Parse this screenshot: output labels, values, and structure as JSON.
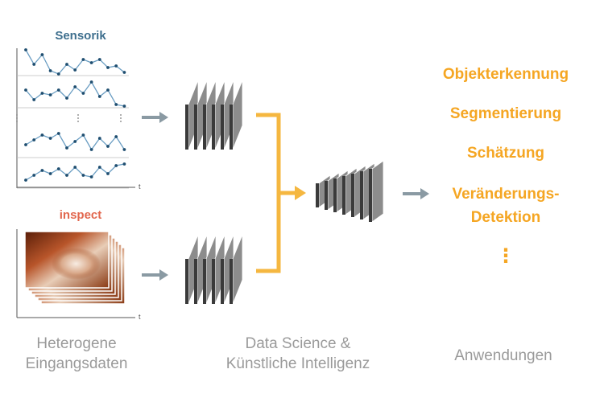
{
  "inputs": {
    "sensor_title": "Sensorik",
    "image_title": "inspect",
    "time_axis_label": "t",
    "column_title_line1": "Heterogene",
    "column_title_line2": "Eingangsdaten"
  },
  "model": {
    "column_title_line1": "Data Science &",
    "column_title_line2": "Künstliche Intelligenz"
  },
  "applications": {
    "items": [
      "Objekterkennung",
      "Segmentierung",
      "Schätzung",
      "Veränderungs-",
      "Detektion"
    ],
    "more": "⋮",
    "column_title": "Anwendungen"
  },
  "colors": {
    "sensor_title": "#3e6f8e",
    "image_title": "#e2674e",
    "series_line": "#6b9ec3",
    "series_point": "#1f4e70",
    "arrow_gray": "#8a9aa3",
    "connector": "#f5b740",
    "application_text": "#f5a623",
    "column_title": "#9a9a9a"
  },
  "icons": {
    "network": "cnn-layers-icon",
    "arrow": "right-arrow-icon",
    "dots": "vertical-ellipsis-icon"
  }
}
